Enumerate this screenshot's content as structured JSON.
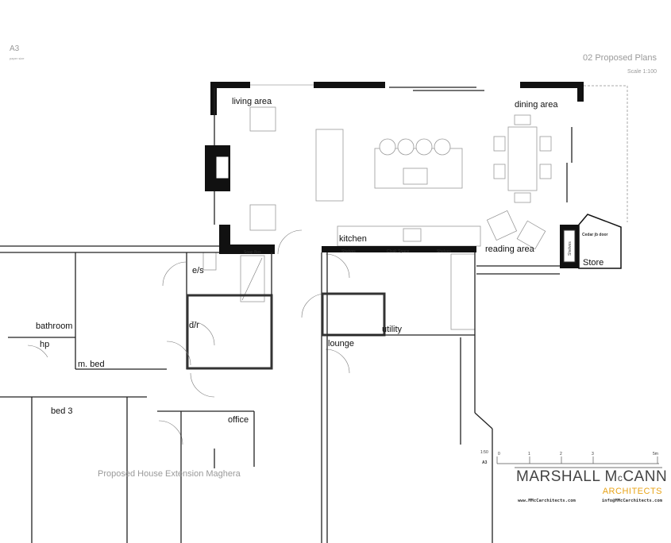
{
  "sheet": {
    "paper_size": "A3",
    "paper_size_caption": "paper size",
    "title": "02 Proposed Plans",
    "scale": "Scale 1:100",
    "project": "Proposed House Extension Maghera"
  },
  "rooms": {
    "living": "living area",
    "dining": "dining area",
    "kitchen": "kitchen",
    "reading": "reading area",
    "store": "Store",
    "cedar_door": "Cedar jb door",
    "shelves": "Shelves",
    "cloak": "Cloak Space",
    "soap_box": "Soap Box",
    "ensuite": "e/s",
    "dressing": "d/r",
    "bathroom": "bathroom",
    "hp": "hp",
    "master_bed": "m. bed",
    "bed3": "bed 3",
    "office": "office",
    "lounge": "lounge",
    "utility": "utility"
  },
  "scale_bar": {
    "ratio": "1:50",
    "sheet": "A3",
    "ticks": [
      "0",
      "1",
      "2",
      "3",
      "5m"
    ]
  },
  "logo": {
    "name_part1": "M",
    "name_part2": "ARSHALL M",
    "name_part3": "c",
    "name_part4": "CANN",
    "sub": "ARCHITECTS",
    "website": "www.MMcCarchitects.com",
    "email": "info@MMcCarchitects.com",
    "accent": "#e8a317"
  }
}
